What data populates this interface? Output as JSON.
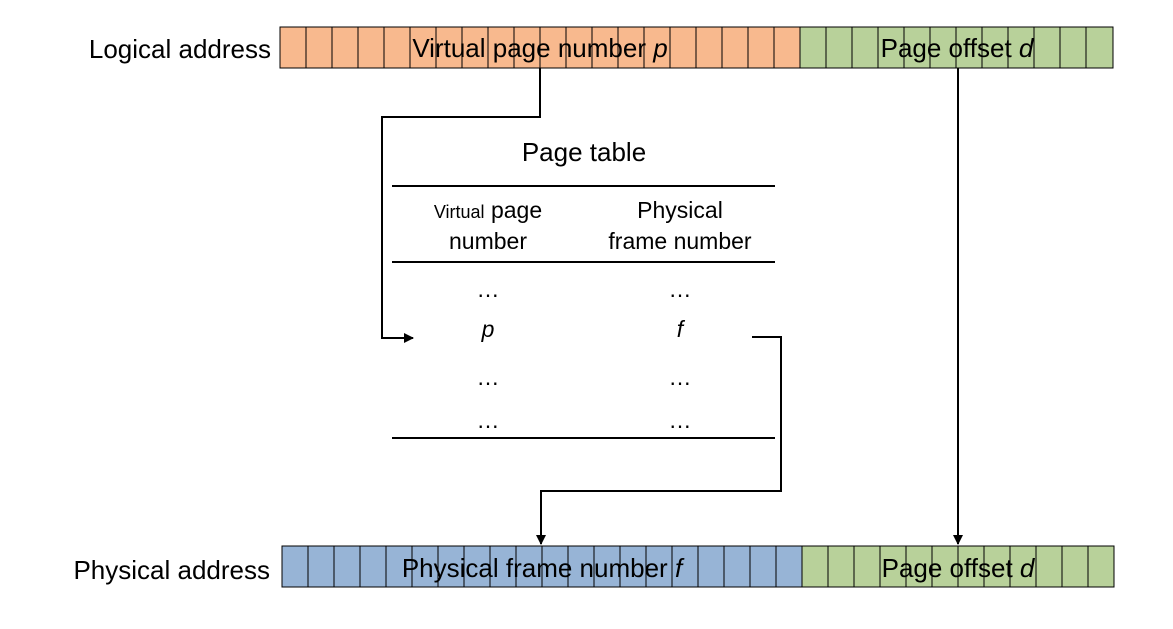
{
  "logical": {
    "label": "Logical address",
    "vpn_text": "Virtual page number ",
    "vpn_var": "p",
    "offset_text": "Page offset ",
    "offset_var": "d",
    "vpn_color": "#f8b98e",
    "offset_color": "#b8d19a"
  },
  "physical": {
    "label": "Physical address",
    "pfn_text": "Physical frame number ",
    "pfn_var": "f",
    "offset_text": "Page offset ",
    "offset_var": "d",
    "pfn_color": "#97b4d6",
    "offset_color": "#b8d19a"
  },
  "page_table": {
    "title": "Page table",
    "col1_header_small": "Virtual",
    "col1_header_rest": " page",
    "col1_header_line2": "number",
    "col2_header_line1": "Physical",
    "col2_header_line2": "frame number",
    "rows": [
      [
        "…",
        "…"
      ],
      [
        "p",
        "f"
      ],
      [
        "…",
        "…"
      ],
      [
        "…",
        "…"
      ]
    ]
  }
}
